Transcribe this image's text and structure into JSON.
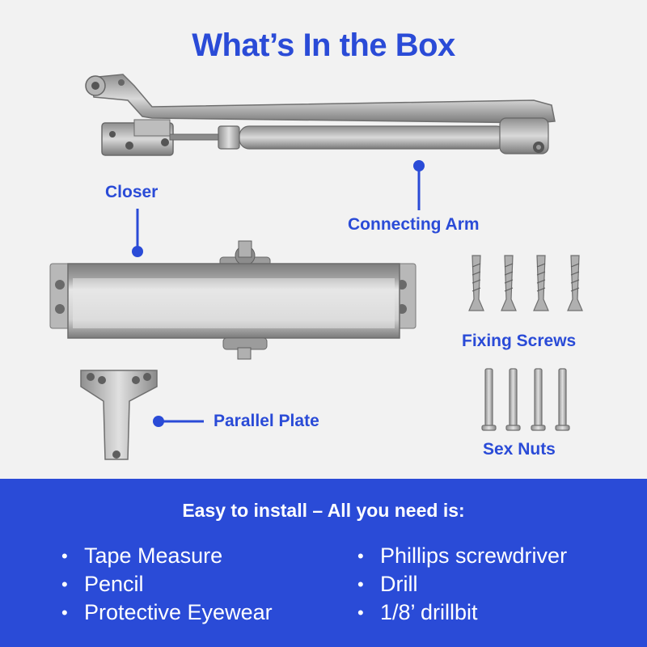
{
  "title": "What’s In the Box",
  "labels": {
    "closer": "Closer",
    "connecting_arm": "Connecting Arm",
    "fixing_screws": "Fixing Screws",
    "parallel_plate": "Parallel Plate",
    "sex_nuts": "Sex Nuts"
  },
  "colors": {
    "accent": "#2a4bd7",
    "background": "#f2f2f2",
    "metal": "#a9a9a9"
  },
  "install": {
    "heading": "Easy to install – All you need is:",
    "left_items": [
      "Tape Measure",
      "Pencil",
      "Protective Eyewear"
    ],
    "right_items": [
      "Phillips screwdriver",
      "Drill",
      "1/8’ drillbit"
    ]
  }
}
